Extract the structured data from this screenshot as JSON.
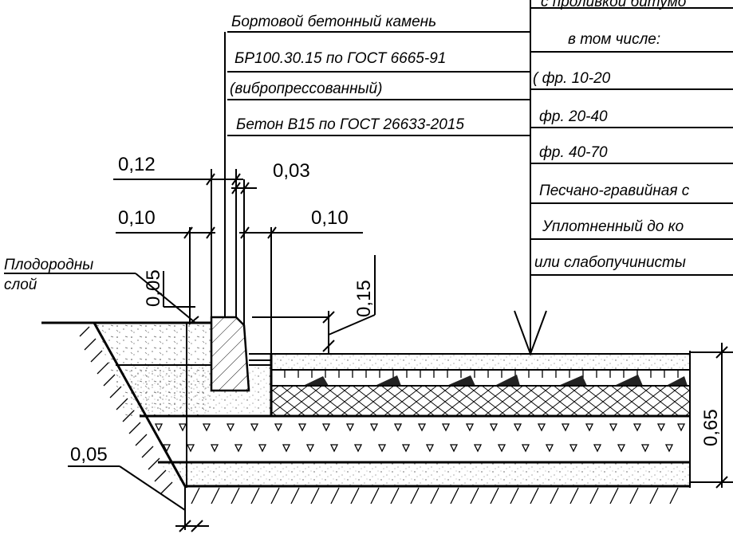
{
  "curb_label": {
    "line1": "Бортовой бетонный камень",
    "line2": "БР100.30.15 по ГОСТ 6665-91",
    "line3": "(вибропрессованный)",
    "line4": "Бетон В15 по ГОСТ 26633-2015"
  },
  "layers_label": {
    "line0": "с проливкой битумо",
    "line1": "в том числе:",
    "line2": "( фр. 10-20",
    "line3": "фр. 20-40",
    "line4": "фр. 40-70",
    "line5": "Песчано-гравийная с",
    "line6": "Уплотненный  до ко",
    "line7": "или слабопучинисты"
  },
  "soil_label": {
    "line1": "Плодородны",
    "line2": "слой"
  },
  "dimensions": {
    "d012": "0,12",
    "d003": "0,03",
    "d010_left": "0,10",
    "d010_right": "0,10",
    "d005_top": "0,05",
    "d015": "0,15",
    "d065": "0,65",
    "d005_bottom": "0,05"
  }
}
